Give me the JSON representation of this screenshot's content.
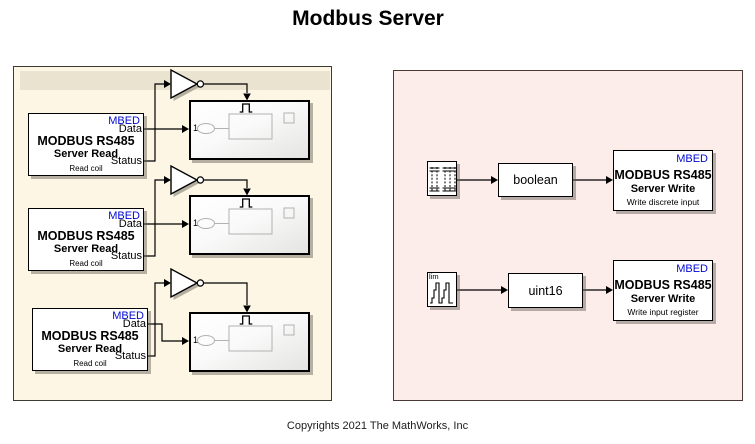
{
  "title": "Modbus Server",
  "footer": "Copyrights 2021 The MathWorks, Inc",
  "read_block": {
    "tag": "MBED",
    "title": "MODBUS RS485",
    "subtitle": "Server Read",
    "port_data": "Data",
    "port_status": "Status",
    "caption": "Read coil"
  },
  "subsystem": {
    "inport": "1"
  },
  "sources": {
    "stair_label": "lim"
  },
  "converters": {
    "bool_label": "boolean",
    "uint_label": "uint16"
  },
  "write_blocks": {
    "discrete": {
      "tag": "MBED",
      "title": "MODBUS RS485",
      "subtitle": "Server Write",
      "caption": "Write discrete input"
    },
    "register": {
      "tag": "MBED",
      "title": "MODBUS RS485",
      "subtitle": "Server Write",
      "caption": "Write input register"
    }
  },
  "colors": {
    "mbed_blue": "#0009d0",
    "left_panel_bg": "#fdf6e4",
    "left_panel_band": "#eae3d0",
    "right_panel_bg": "#fcecea",
    "wire": "#000000"
  }
}
